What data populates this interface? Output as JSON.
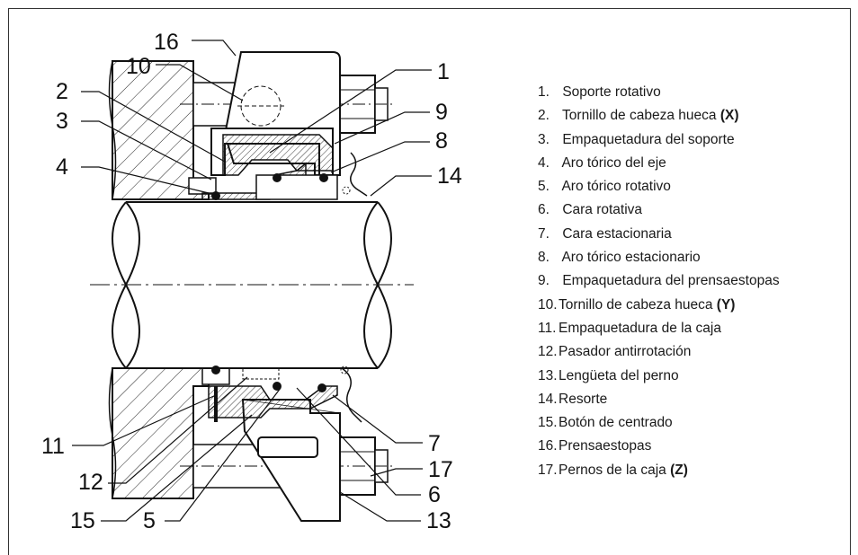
{
  "callouts": [
    "16",
    "10",
    "1",
    "2",
    "9",
    "3",
    "8",
    "4",
    "14",
    "11",
    "7",
    "17",
    "12",
    "6",
    "15",
    "5",
    "13"
  ],
  "legend": [
    {
      "num": "1.",
      "text": "Soporte rotativo",
      "code": ""
    },
    {
      "num": "2.",
      "text": "Tornillo de cabeza hueca",
      "code": "(X)"
    },
    {
      "num": "3.",
      "text": "Empaquetadura del soporte",
      "code": ""
    },
    {
      "num": "4.",
      "text": "Aro tórico del eje",
      "code": ""
    },
    {
      "num": "5.",
      "text": "Aro tórico rotativo",
      "code": ""
    },
    {
      "num": "6.",
      "text": "Cara rotativa",
      "code": ""
    },
    {
      "num": "7.",
      "text": "Cara estacionaria",
      "code": ""
    },
    {
      "num": "8.",
      "text": "Aro tórico estacionario",
      "code": ""
    },
    {
      "num": "9.",
      "text": "Empaquetadura del prensaestopas",
      "code": ""
    },
    {
      "num": "10.",
      "text": "Tornillo de cabeza hueca",
      "code": "(Y)"
    },
    {
      "num": "11.",
      "text": "Empaquetadura de la caja",
      "code": ""
    },
    {
      "num": "12.",
      "text": "Pasador antirrotación",
      "code": ""
    },
    {
      "num": "13.",
      "text": "Lengüeta del perno",
      "code": ""
    },
    {
      "num": "14.",
      "text": "Resorte",
      "code": ""
    },
    {
      "num": "15.",
      "text": "Botón de centrado",
      "code": ""
    },
    {
      "num": "16.",
      "text": "Prensaestopas",
      "code": ""
    },
    {
      "num": "17.",
      "text": "Pernos de la caja",
      "code": "(Z)"
    }
  ]
}
